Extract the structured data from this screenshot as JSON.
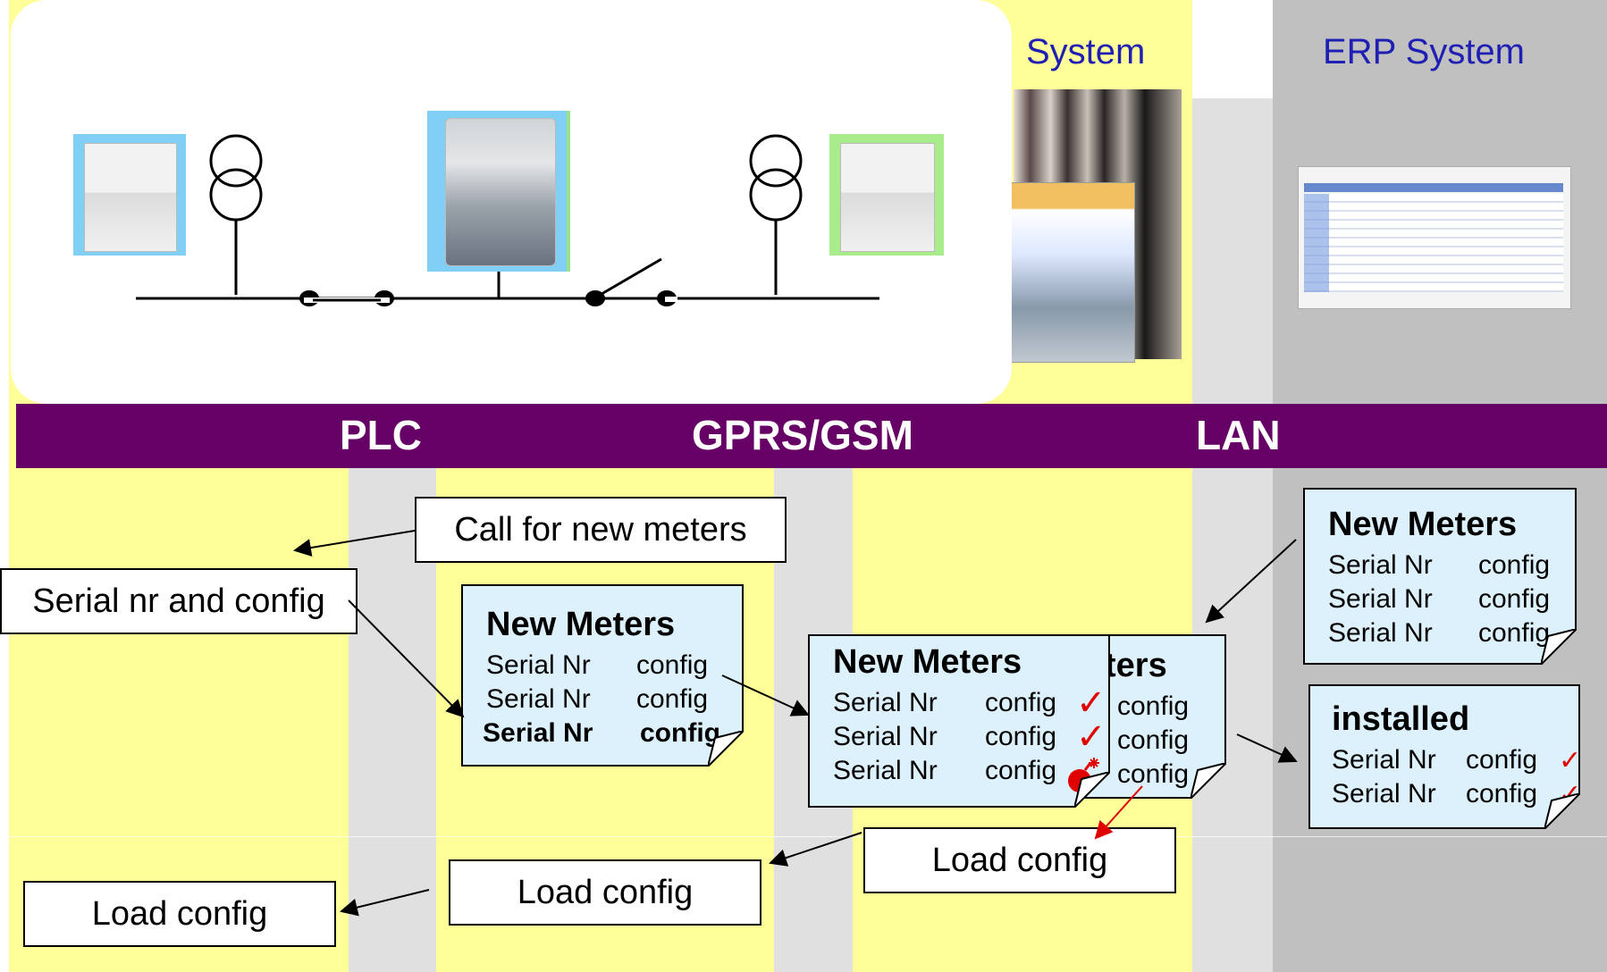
{
  "lanes": {
    "system_title": "System",
    "erp_title": "ERP System"
  },
  "band": {
    "plc": "PLC",
    "gprs": "GPRS/GSM",
    "lan": "LAN"
  },
  "boxes": {
    "call_new_meters": "Call for new meters",
    "serial_and_config": "Serial nr and config",
    "load_config_1": "Load config",
    "load_config_2": "Load config",
    "load_config_3": "Load config"
  },
  "doc_new_meters_1": {
    "title": "New Meters",
    "rows": [
      {
        "serial": "Serial Nr",
        "config": "config"
      },
      {
        "serial": "Serial Nr",
        "config": "config"
      },
      {
        "serial": "Serial Nr",
        "config": "config"
      }
    ]
  },
  "doc_new_meters_2": {
    "title": "New Meters",
    "rows": [
      {
        "serial": "Serial Nr",
        "config": "config",
        "mark": "✓"
      },
      {
        "serial": "Serial Nr",
        "config": "config",
        "mark": "✓"
      },
      {
        "serial": "Serial Nr",
        "config": "config",
        "mark": "bomb"
      }
    ]
  },
  "doc_behind": {
    "title_fragment": "ters",
    "rows": [
      "config",
      "config",
      "config"
    ]
  },
  "doc_erp_new_meters": {
    "title": "New Meters",
    "rows": [
      {
        "serial": "Serial Nr",
        "config": "config"
      },
      {
        "serial": "Serial Nr",
        "config": "config"
      },
      {
        "serial": "Serial Nr",
        "config": "config"
      }
    ]
  },
  "doc_installed": {
    "title": "installed",
    "rows": [
      {
        "serial": "Serial Nr",
        "config": "config",
        "mark": "✓"
      },
      {
        "serial": "Serial Nr",
        "config": "config",
        "mark": "✓"
      }
    ]
  },
  "colors": {
    "lane_yellow": "#ffff99",
    "lane_gray": "#e0e0e0",
    "lane_dark_gray": "#c0c0c0",
    "band_purple": "#660066",
    "doc_blue": "#ddf1fc",
    "check_red": "#e00000",
    "title_blue": "#1f1fb4"
  }
}
